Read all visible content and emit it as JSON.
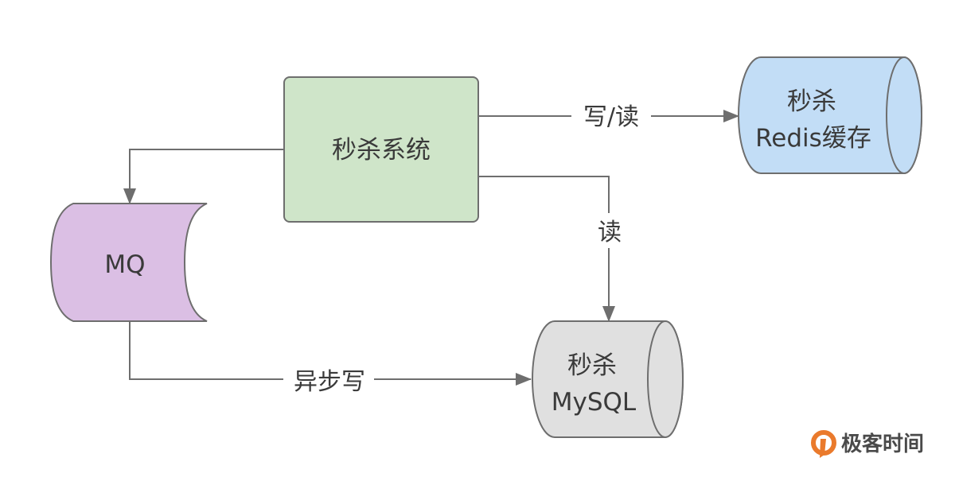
{
  "diagram": {
    "nodes": {
      "seckill_system": {
        "label": "秒杀系统",
        "shape": "rounded-rectangle",
        "fill": "#cfe5c9"
      },
      "redis": {
        "line1": "秒杀",
        "line2": "Redis缓存",
        "shape": "cylinder-horizontal",
        "fill": "#c2ddf6"
      },
      "mq": {
        "label": "MQ",
        "shape": "queue",
        "fill": "#dbbfe4"
      },
      "mysql": {
        "line1": "秒杀",
        "line2": "MySQL",
        "shape": "cylinder-horizontal",
        "fill": "#e0e0e0"
      }
    },
    "edges": [
      {
        "from": "seckill_system",
        "to": "redis",
        "label": "写/读"
      },
      {
        "from": "seckill_system",
        "to": "mysql",
        "label": "读"
      },
      {
        "from": "seckill_system",
        "to": "mq",
        "label": ""
      },
      {
        "from": "mq",
        "to": "mysql",
        "label": "异步写"
      }
    ],
    "stroke_color": "#6e6e6e"
  },
  "watermark": {
    "text": "极客时间",
    "logo_color": "#ea7a2c"
  }
}
